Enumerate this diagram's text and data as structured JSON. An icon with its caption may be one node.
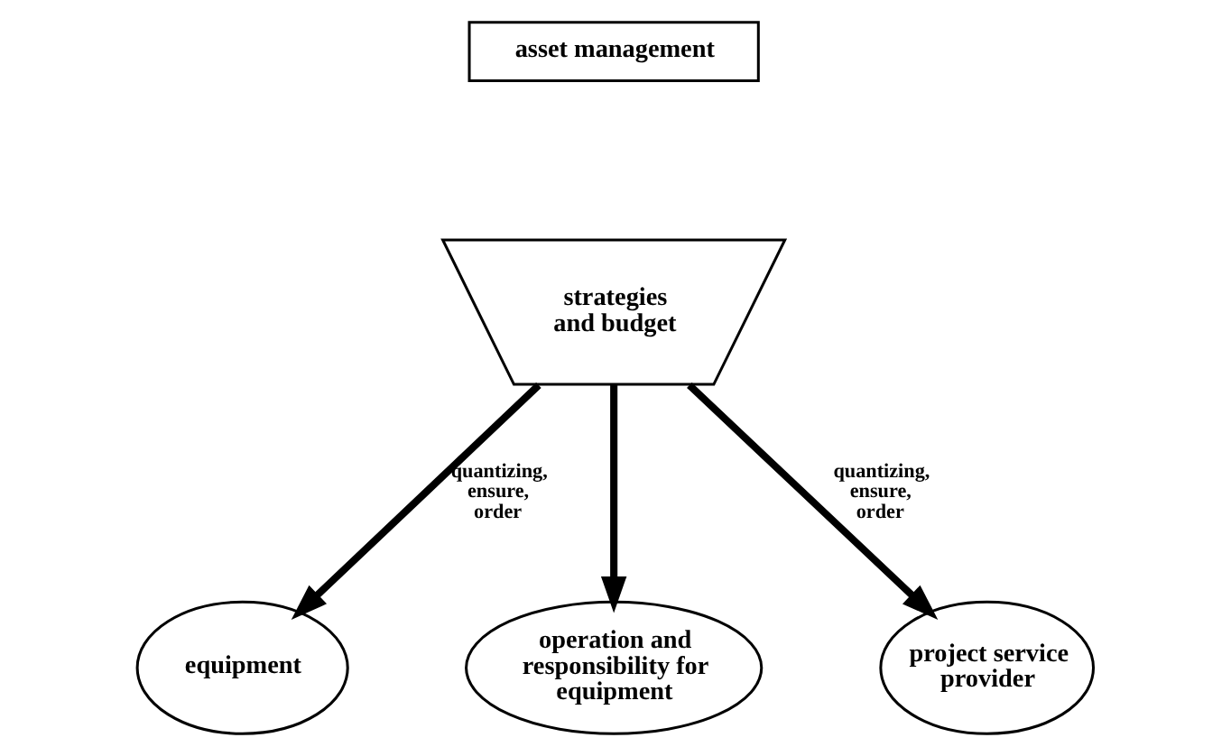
{
  "diagram": {
    "nodes": [
      {
        "text": [
          "asset management"
        ]
      },
      {
        "text": [
          "strategies and budget"
        ]
      },
      {
        "text": [
          "equipment"
        ]
      },
      {
        "text": [
          "operation and responsibility for equipment"
        ]
      },
      {
        "text": [
          "project service provider"
        ]
      }
    ],
    "edges": [
      {
        "from": 1,
        "to": 2,
        "arrow": "to",
        "label": "quantizing, ensure, order"
      },
      {
        "from": 1,
        "to": 3,
        "arrow": "to"
      },
      {
        "from": 1,
        "to": 4,
        "arrow": "to",
        "label": "quantizing, ensure, order"
      }
    ]
  }
}
